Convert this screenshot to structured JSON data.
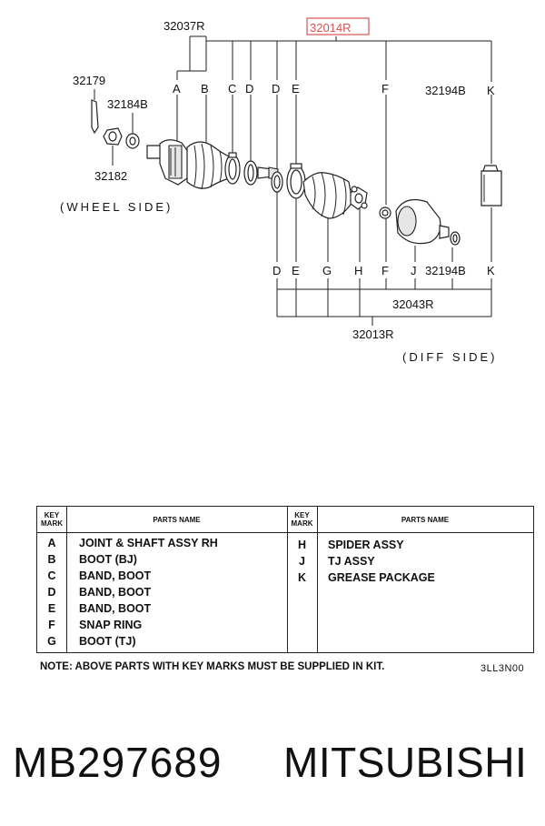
{
  "diagram": {
    "callouts": {
      "assy_joint": "32037R",
      "kit_number": "32014R",
      "cv_joint_assy": "32013R",
      "tj_assy": "32043R",
      "boot_kit_top": "32194B",
      "boot_kit_bottom": "32194B",
      "nut": "32179",
      "washer": "32184B",
      "nut_lower": "32182"
    },
    "key_letters_top": [
      "A",
      "B",
      "C",
      "D",
      "D",
      "E",
      "F",
      "K"
    ],
    "key_letters_bottom": [
      "D",
      "E",
      "G",
      "H",
      "F",
      "J",
      "K"
    ],
    "wheel_side": "(WHEEL SIDE)",
    "diff_side": "(DIFF SIDE)",
    "highlight_color": "#d9534f"
  },
  "table": {
    "header_key": [
      "KEY",
      "MARK"
    ],
    "header_name": "PARTS NAME",
    "left_rows": [
      {
        "key": "A",
        "name": "JOINT & SHAFT ASSY RH"
      },
      {
        "key": "B",
        "name": "BOOT (BJ)"
      },
      {
        "key": "C",
        "name": "BAND, BOOT"
      },
      {
        "key": "D",
        "name": "BAND, BOOT"
      },
      {
        "key": "E",
        "name": "BAND, BOOT"
      },
      {
        "key": "F",
        "name": "SNAP RING"
      },
      {
        "key": "G",
        "name": "BOOT (TJ)"
      }
    ],
    "right_rows": [
      {
        "key": "H",
        "name": "SPIDER ASSY"
      },
      {
        "key": "J",
        "name": "TJ ASSY"
      },
      {
        "key": "K",
        "name": "GREASE PACKAGE"
      }
    ]
  },
  "note": "NOTE: ABOVE PARTS WITH KEY MARKS MUST BE SUPPLIED IN KIT.",
  "diagram_code": "3LL3N00",
  "footer": {
    "part_number": "MB297689",
    "brand": "MITSUBISHI"
  }
}
